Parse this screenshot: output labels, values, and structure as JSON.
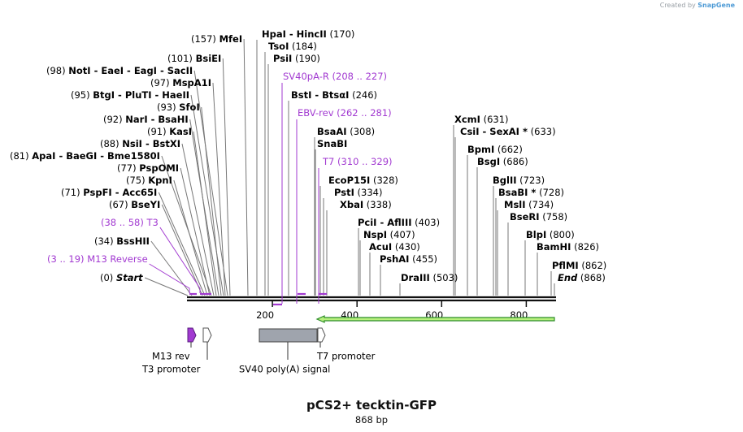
{
  "credit": {
    "prefix": "Created by",
    "brand": "SnapGene"
  },
  "title": "pCS2+ tecktin-GFP",
  "subtitle": "868 bp",
  "colors": {
    "feature": "#a23ad1",
    "arrow_fill": "#b7f07c",
    "arrow_stroke": "#2d8c2a",
    "signal": "#9fa4ad"
  },
  "axis": {
    "ticks": [
      "200",
      "400",
      "600",
      "800"
    ]
  },
  "sites": [
    {
      "pos": "(157)",
      "name": "MfeI"
    },
    {
      "pos": "(170)",
      "name": "HpaI  -  HincII"
    },
    {
      "pos": "(184)",
      "name": "TsoI"
    },
    {
      "pos": "(190)",
      "name": "PsiI"
    },
    {
      "pos": "(101)",
      "name": "BsiEI"
    },
    {
      "pos": "(98)",
      "name": "NotI  -  EaeI  -  EagI  -  SacII"
    },
    {
      "pos": "(97)",
      "name": "MspA1I"
    },
    {
      "pos": "(95)",
      "name": "BtgI  -  PluTI  -  HaeII"
    },
    {
      "pos": "(93)",
      "name": "SfoI"
    },
    {
      "pos": "(92)",
      "name": "NarI  -  BsaHI"
    },
    {
      "pos": "(91)",
      "name": "KasI"
    },
    {
      "pos": "(88)",
      "name": "NsiI  -  BstXI"
    },
    {
      "pos": "(81)",
      "name": "ApaI  -  BaeGI  -  Bme1580I"
    },
    {
      "pos": "(77)",
      "name": "PspOMI"
    },
    {
      "pos": "(75)",
      "name": "KpnI"
    },
    {
      "pos": "(71)",
      "name": "PspFI  -  Acc65I"
    },
    {
      "pos": "(67)",
      "name": "BseYI"
    },
    {
      "pos": "(34)",
      "name": "BssHII"
    },
    {
      "pos": "(0)",
      "name": "Start"
    },
    {
      "pos": "(246)",
      "name": "BstI  -  BtsαI"
    },
    {
      "pos": "(308)",
      "name": "BsaAI"
    },
    {
      "pos": "",
      "name": "SnaBI"
    },
    {
      "pos": "(328)",
      "name": "EcoP15I"
    },
    {
      "pos": "(334)",
      "name": "PstI"
    },
    {
      "pos": "(338)",
      "name": "XbaI"
    },
    {
      "pos": "(403)",
      "name": "PciI  -  AflIII"
    },
    {
      "pos": "(407)",
      "name": "NspI"
    },
    {
      "pos": "(430)",
      "name": "AcuI"
    },
    {
      "pos": "(455)",
      "name": "PshAI"
    },
    {
      "pos": "(503)",
      "name": "DraIII"
    },
    {
      "pos": "(631)",
      "name": "XcmI"
    },
    {
      "pos": "(633)",
      "name": "CsiI  -  SexAI *"
    },
    {
      "pos": "(662)",
      "name": "BpmI"
    },
    {
      "pos": "(686)",
      "name": "BsgI"
    },
    {
      "pos": "(723)",
      "name": "BglII"
    },
    {
      "pos": "(728)",
      "name": "BsaBI *"
    },
    {
      "pos": "(734)",
      "name": "MslI"
    },
    {
      "pos": "(758)",
      "name": "BseRI"
    },
    {
      "pos": "(800)",
      "name": "BlpI"
    },
    {
      "pos": "(826)",
      "name": "BamHI"
    },
    {
      "pos": "(862)",
      "name": "PflMI"
    },
    {
      "pos": "(868)",
      "name": "End"
    }
  ],
  "primers": [
    {
      "name": "SV40pA-R",
      "range": "(208 .. 227)"
    },
    {
      "name": "EBV-rev",
      "range": "(262 .. 281)"
    },
    {
      "name": "T7",
      "range": "(310 .. 329)"
    },
    {
      "name": "T3",
      "range": "(38 .. 58)"
    },
    {
      "name": "M13 Reverse",
      "range": "(3 .. 19)"
    }
  ],
  "features": [
    {
      "name": "M13 rev"
    },
    {
      "name": "T3 promoter"
    },
    {
      "name": "SV40 poly(A) signal"
    },
    {
      "name": "T7 promoter"
    }
  ]
}
